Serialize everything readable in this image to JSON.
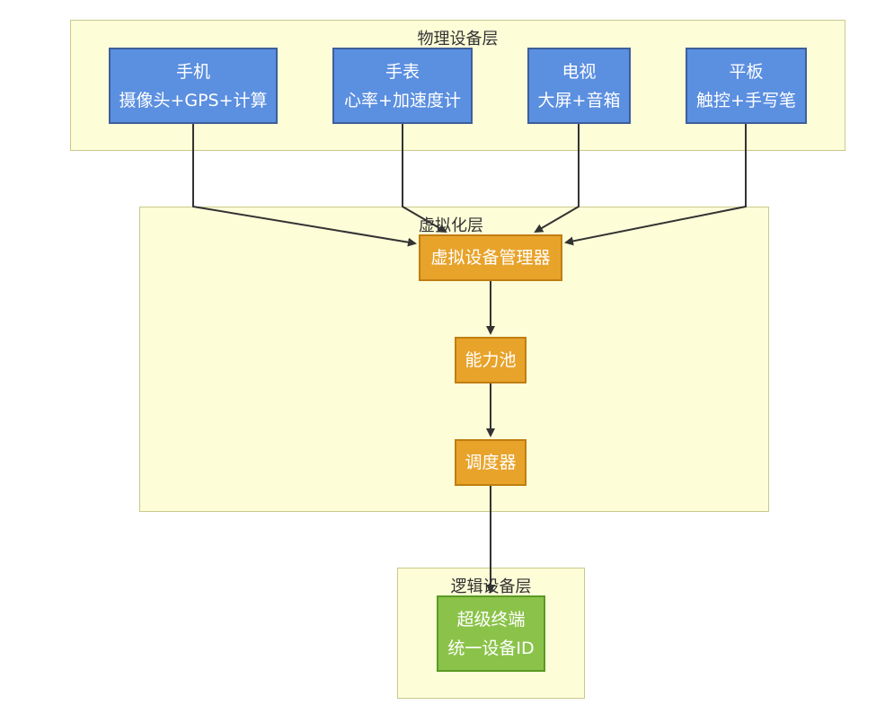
{
  "layers": {
    "physical": {
      "title": "物理设备层"
    },
    "virtual": {
      "title": "虚拟化层"
    },
    "logical": {
      "title": "逻辑设备层"
    }
  },
  "devices": [
    {
      "name": "手机",
      "caps": "摄像头+GPS+计算"
    },
    {
      "name": "手表",
      "caps": "心率+加速度计"
    },
    {
      "name": "电视",
      "caps": "大屏+音箱"
    },
    {
      "name": "平板",
      "caps": "触控+手写笔"
    }
  ],
  "virtual_nodes": {
    "manager": "虚拟设备管理器",
    "pool": "能力池",
    "scheduler": "调度器"
  },
  "logical_node": {
    "line1": "超级终端",
    "line2": "统一设备ID"
  },
  "colors": {
    "layer_bg": "#fdfdd8",
    "device_fill": "#5b8fe0",
    "virtual_fill": "#e8a32a",
    "logical_fill": "#8bc34a",
    "edge": "#333333"
  }
}
